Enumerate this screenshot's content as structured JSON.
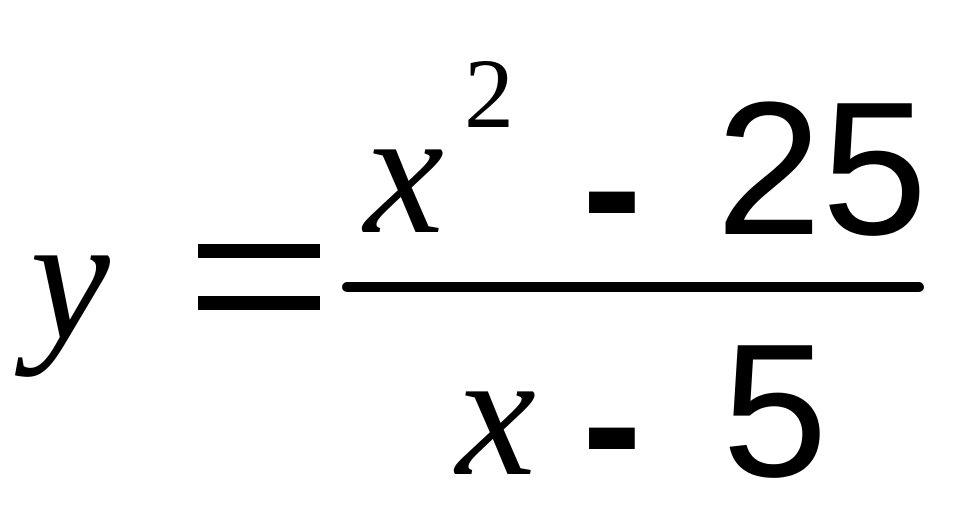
{
  "equation": {
    "lhs": "y",
    "equals": "=",
    "numerator": {
      "variable": "x",
      "exponent": "2",
      "operator": "-",
      "constant": "25"
    },
    "denominator": {
      "variable": "x",
      "operator": "-",
      "constant": "5"
    }
  },
  "colors": {
    "text": "#000000",
    "background": "#ffffff"
  }
}
